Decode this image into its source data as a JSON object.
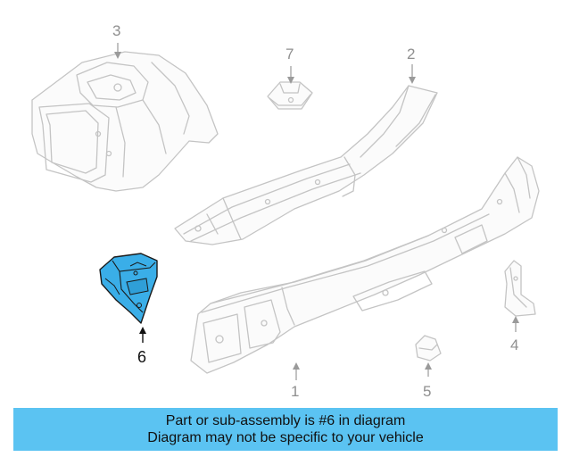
{
  "diagram": {
    "callouts": {
      "p1": "1",
      "p2": "2",
      "p3": "3",
      "p4": "4",
      "p5": "5",
      "p6": "6",
      "p7": "7"
    },
    "highlighted_part": "6",
    "highlight_color": "#3aaee8",
    "ghost_line_color": "#c4c4c4"
  },
  "banner": {
    "line1": "Part or sub-assembly is #6 in diagram",
    "line2": "Diagram may not be specific to your vehicle",
    "background_color": "#5bc3f2"
  }
}
